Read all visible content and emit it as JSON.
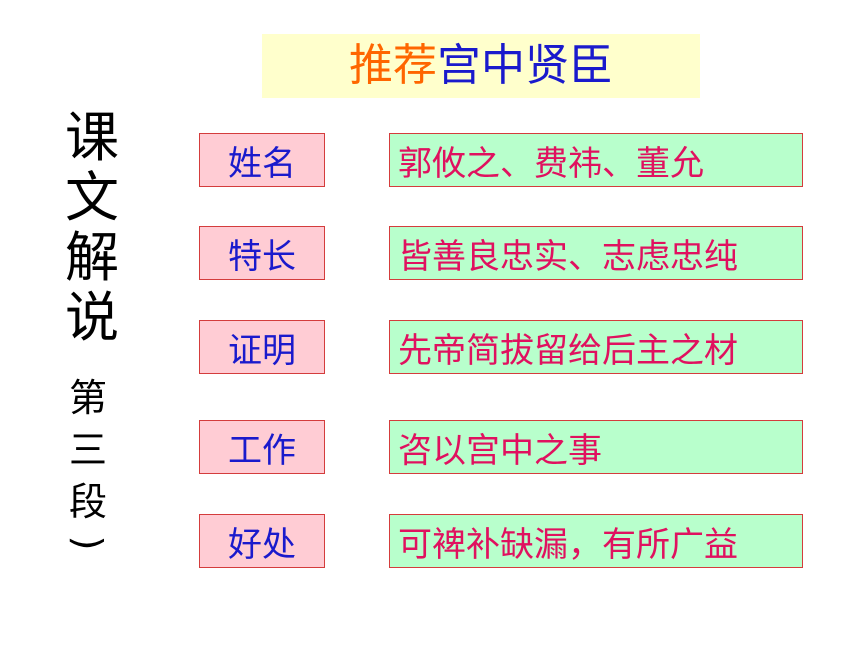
{
  "title": {
    "highlight": "推荐",
    "rest": "宫中贤臣"
  },
  "side_label": {
    "main": [
      "课",
      "文",
      "解",
      "说"
    ],
    "sub": [
      "第",
      "三",
      "段"
    ],
    "paren_close": ")"
  },
  "rows": [
    {
      "label": "姓名",
      "value": "郭攸之、费祎、董允"
    },
    {
      "label": "特长",
      "value": "皆善良忠实、志虑忠纯"
    },
    {
      "label": "证明",
      "value": "先帝简拔留给后主之材"
    },
    {
      "label": "工作",
      "value": "咨以宫中之事"
    },
    {
      "label": "好处",
      "value": "可裨补缺漏，有所广益"
    }
  ],
  "colors": {
    "title_banner_bg": "#ffffcc",
    "title_highlight": "#ff6600",
    "title_rest": "#1a1acc",
    "label_bg": "#ffccd4",
    "label_text": "#1a1acc",
    "value_bg": "#b8ffcc",
    "value_text": "#e0115f",
    "border": "#d43c3c"
  }
}
